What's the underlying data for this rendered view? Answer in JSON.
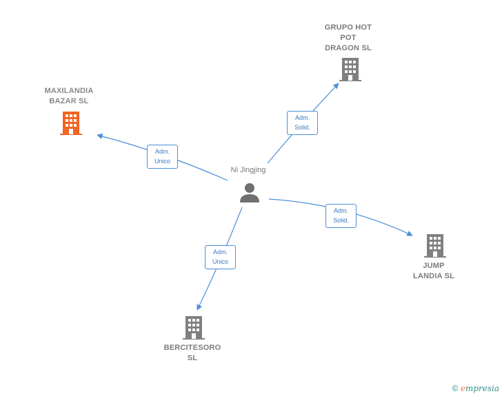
{
  "center": {
    "name": "Ni Jingjing",
    "icon": "person-icon"
  },
  "companies": [
    {
      "id": "maxilandia",
      "label": "MAXILANDIA\nBAZAR  SL",
      "icon": "building-icon",
      "color": "#f26522"
    },
    {
      "id": "grupo",
      "label": "GRUPO HOT\nPOT\nDRAGON  SL",
      "icon": "building-icon",
      "color": "#808080"
    },
    {
      "id": "jump",
      "label": "JUMP\nLANDIA  SL",
      "icon": "building-icon",
      "color": "#808080"
    },
    {
      "id": "bercitesoro",
      "label": "BERCITESORO\nSL",
      "icon": "building-icon",
      "color": "#808080"
    }
  ],
  "edges": [
    {
      "to": "maxilandia",
      "role_line1": "Adm.",
      "role_line2": "Unico"
    },
    {
      "to": "grupo",
      "role_line1": "Adm.",
      "role_line2": "Solid."
    },
    {
      "to": "jump",
      "role_line1": "Adm.",
      "role_line2": "Solid."
    },
    {
      "to": "bercitesoro",
      "role_line1": "Adm.",
      "role_line2": "Unico"
    }
  ],
  "colors": {
    "edge": "#4a8fd8",
    "node_default": "#808080",
    "node_highlight": "#f26522",
    "person": "#707070"
  },
  "footer": {
    "copyright": "©",
    "brand_first": "e",
    "brand_rest": "mpresia"
  }
}
